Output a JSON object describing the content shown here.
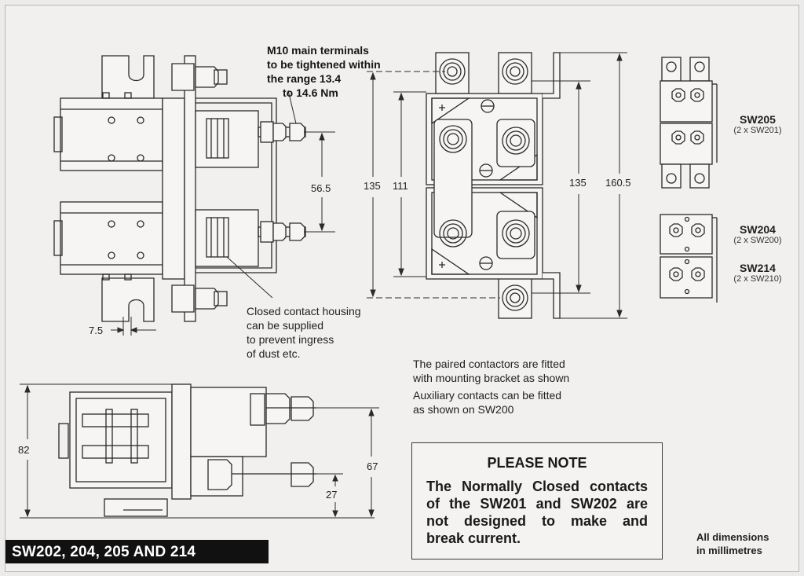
{
  "torque_note": [
    "M10 main terminals",
    "to be tightened within",
    "the range 13.4",
    "to 14.6 Nm"
  ],
  "housing_note": [
    "Closed contact housing",
    "can be supplied",
    "to prevent ingress",
    "of dust etc."
  ],
  "paired_note": [
    "The paired contactors are fitted",
    "with mounting bracket as shown"
  ],
  "aux_note": [
    "Auxiliary contacts can be fitted",
    "as shown on SW200"
  ],
  "dimensions": {
    "d56_5": "56.5",
    "d7_5": "7.5",
    "d135_left": "135",
    "d111": "111",
    "d135_right": "135",
    "d160_5": "160.5",
    "d82": "82",
    "d67": "67",
    "d27": "27"
  },
  "models": [
    {
      "name": "SW205",
      "sub": "(2 x SW201)"
    },
    {
      "name": "SW204",
      "sub": "(2 x SW200)"
    },
    {
      "name": "SW214",
      "sub": "(2 x SW210)"
    }
  ],
  "please_note": {
    "title": "PLEASE NOTE",
    "lines": [
      "The Normally Closed contacts",
      "of the SW201 and SW202 are",
      "not designed to make and",
      "break current."
    ]
  },
  "units_note": [
    "All dimensions",
    "in millimetres"
  ],
  "title_bar": "SW202, 204, 205 AND 214",
  "colors": {
    "ink": "#1f1f1f",
    "paper": "#f1f0ee",
    "bar": "#111111"
  }
}
